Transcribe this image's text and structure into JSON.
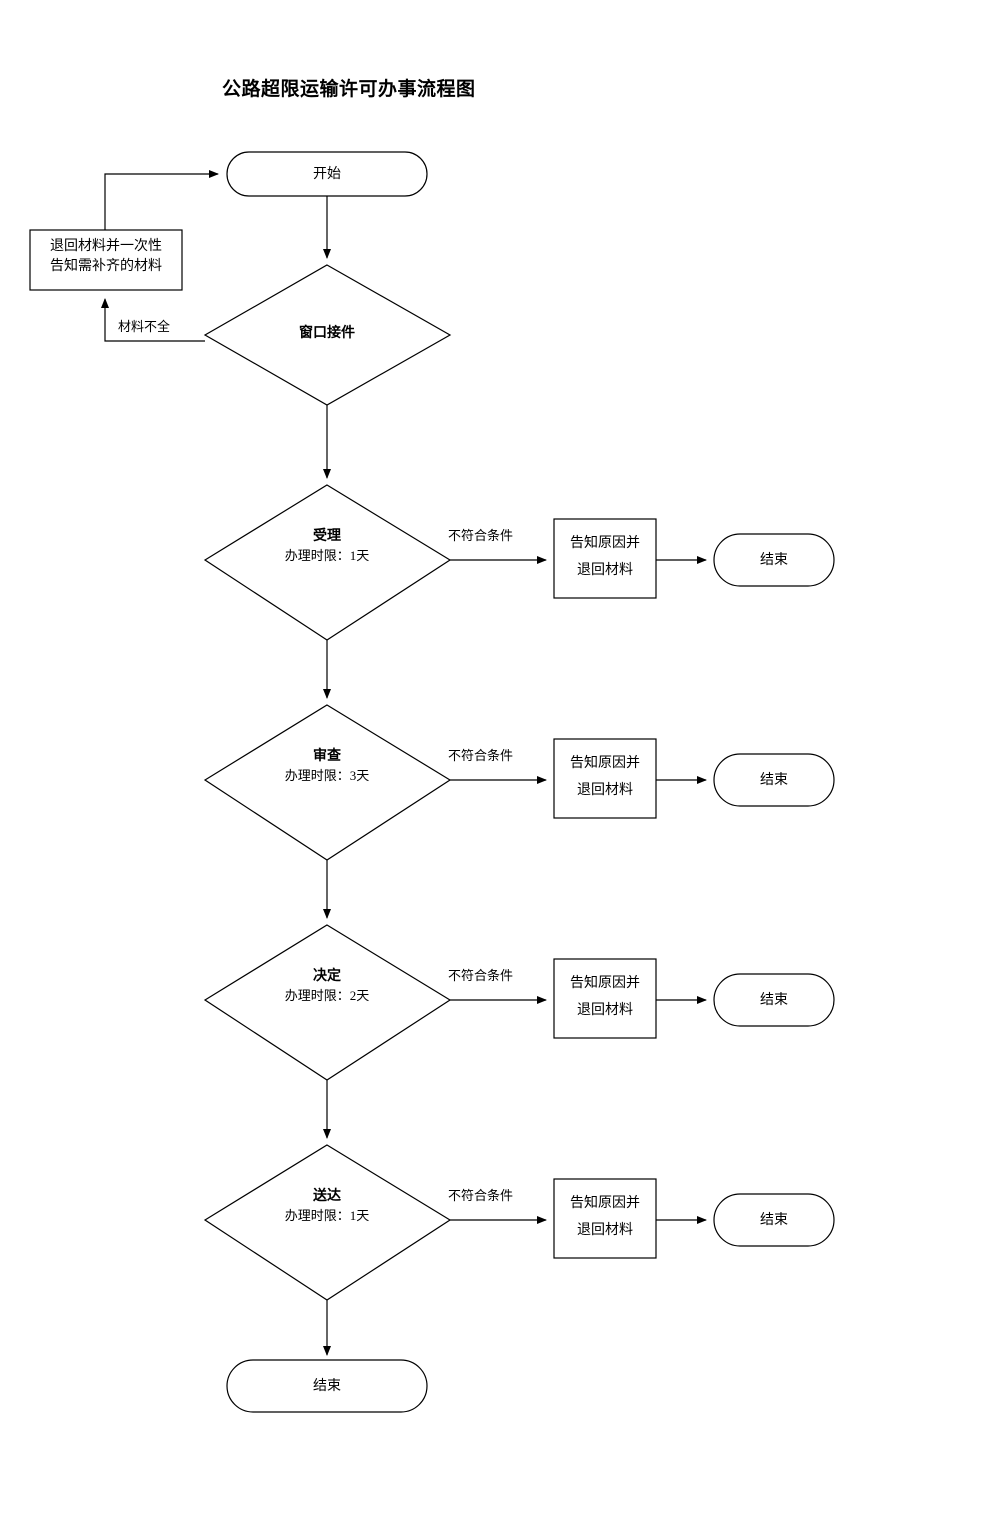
{
  "document": {
    "title": "公路超限运输许可办事流程图"
  },
  "diagram": {
    "type": "flowchart",
    "orientation": "top-to-bottom",
    "nodes": [
      {
        "id": "start",
        "shape": "terminator",
        "label": "开始"
      },
      {
        "id": "return-materials",
        "shape": "process",
        "line1": "退回材料并一次性",
        "line2": "告知需补齐的材料"
      },
      {
        "id": "window-intake",
        "shape": "decision",
        "label": "窗口接件",
        "sub": ""
      },
      {
        "id": "acceptance",
        "shape": "decision",
        "label": "受理",
        "sub": "办理时限：1天"
      },
      {
        "id": "review",
        "shape": "decision",
        "label": "审查",
        "sub": "办理时限：3天"
      },
      {
        "id": "decision-stage",
        "shape": "decision",
        "label": "决定",
        "sub": "办理时限：2天"
      },
      {
        "id": "delivery",
        "shape": "decision",
        "label": "送达",
        "sub": "办理时限：1天"
      },
      {
        "id": "notify-1",
        "shape": "process",
        "line1": "告知原因并",
        "line2": "退回材料"
      },
      {
        "id": "notify-2",
        "shape": "process",
        "line1": "告知原因并",
        "line2": "退回材料"
      },
      {
        "id": "notify-3",
        "shape": "process",
        "line1": "告知原因并",
        "line2": "退回材料"
      },
      {
        "id": "notify-4",
        "shape": "process",
        "line1": "告知原因并",
        "line2": "退回材料"
      },
      {
        "id": "end-1",
        "shape": "terminator",
        "label": "结束"
      },
      {
        "id": "end-2",
        "shape": "terminator",
        "label": "结束"
      },
      {
        "id": "end-3",
        "shape": "terminator",
        "label": "结束"
      },
      {
        "id": "end-4",
        "shape": "terminator",
        "label": "结束"
      },
      {
        "id": "end-final",
        "shape": "terminator",
        "label": "结束"
      }
    ],
    "edge_labels": {
      "incomplete_materials": "材料不全",
      "not_qualified_1": "不符合条件",
      "not_qualified_2": "不符合条件",
      "not_qualified_3": "不符合条件",
      "not_qualified_4": "不符合条件"
    },
    "style": {
      "stroke": "#000000",
      "fill": "#ffffff",
      "background": "#ffffff",
      "stroke_width": 1.2
    }
  }
}
